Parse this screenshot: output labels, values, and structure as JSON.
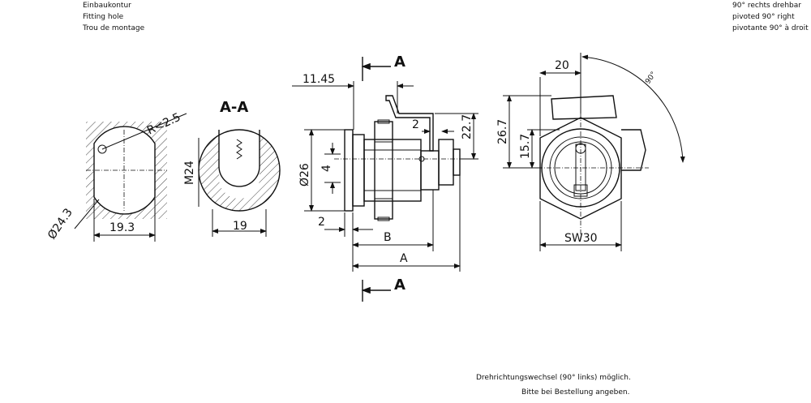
{
  "fitting_hole": {
    "de": "Einbaukontur",
    "en": "Fitting hole",
    "fr": "Trou de montage"
  },
  "rotation": {
    "de": "90° rechts drehbar",
    "en": "pivoted 90° right",
    "fr": "pivotante 90° à droit"
  },
  "notes": {
    "line1": "Drehrichtungswechsel (90° links) möglich.",
    "line2": "Bitte bei Bestellung angeben."
  },
  "section": {
    "title": "A-A",
    "cut_label": "A"
  },
  "dimensions": {
    "radius": "R<2.5",
    "hole_diameter": "Ø24.3",
    "hole_width": "19.3",
    "thread": "M24",
    "section_width": "19",
    "offset_1145": "11.45",
    "height_227": "22.7",
    "gap_2_top": "2",
    "diameter_26": "Ø26",
    "dim_4": "4",
    "gap_2_bottom": "2",
    "length_b": "B",
    "length_a": "A",
    "front_20": "20",
    "height_267": "26.7",
    "height_157": "15.7",
    "wrench_size": "SW30",
    "angle": "90°"
  }
}
